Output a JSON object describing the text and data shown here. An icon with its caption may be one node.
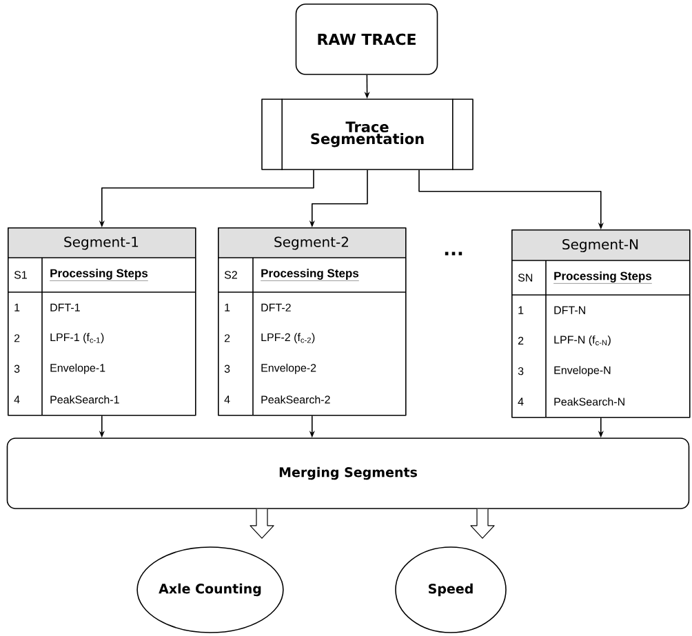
{
  "diagram": {
    "nodes": [
      {
        "text": [
          "RAW TRACE"
        ]
      },
      {
        "text": [
          "Trace Segmentation"
        ]
      },
      {
        "text": [
          "Segment-1",
          "S1",
          "Processing Steps",
          "1",
          "DFT-1",
          "2",
          "LPF-1 (f$_{c-1}$)",
          "3",
          "Envelope-1",
          "4",
          "PeakSearch-1"
        ]
      },
      {
        "text": [
          "Segment-2",
          "S2",
          "Processing Steps",
          "1",
          "DFT-2",
          "2",
          "LPF-2 (f$_{c-2}$)",
          "3",
          "Envelope-2",
          "4",
          "PeakSearch-2"
        ]
      },
      {
        "text": [
          "Segment-N",
          "SN",
          "Processing Steps",
          "1",
          "DFT-N",
          "2",
          "LPF-N (f$_{c-N}$)",
          "3",
          "Envelope-N",
          "4",
          "PeakSearch-N"
        ]
      },
      {
        "text": [
          "Merging Segments"
        ]
      },
      {
        "text": [
          "Axle Counting"
        ]
      },
      {
        "text": [
          "Speed"
        ]
      }
    ],
    "edges": [
      {
        "from": 0,
        "to": 1,
        "arrow": "to"
      },
      {
        "from": 1,
        "to": 2,
        "arrow": "to"
      },
      {
        "from": 1,
        "to": 3,
        "arrow": "to"
      },
      {
        "from": 1,
        "to": 4,
        "arrow": "to"
      },
      {
        "from": 2,
        "to": 5,
        "arrow": "to"
      },
      {
        "from": 3,
        "to": 5,
        "arrow": "to"
      },
      {
        "from": 4,
        "to": 5,
        "arrow": "to"
      },
      {
        "from": 5,
        "to": 6,
        "arrow": "to",
        "style": "thick"
      },
      {
        "from": 5,
        "to": 7,
        "arrow": "to",
        "style": "thick"
      }
    ],
    "labels": [
      "..."
    ]
  }
}
